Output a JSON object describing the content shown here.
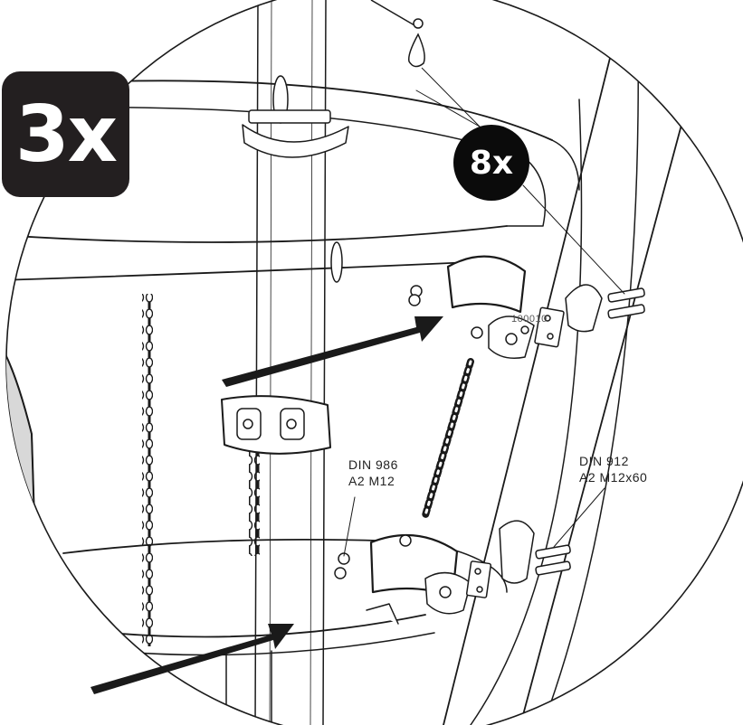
{
  "badges": {
    "set_quantity": "3x",
    "bolt_quantity": "8x"
  },
  "callouts": {
    "nut_standard": "DIN 986",
    "nut_spec": "A2 M12",
    "bolt_standard": "DIN 912",
    "bolt_spec": "A2 M12x60"
  },
  "part_marking": "100010",
  "colors": {
    "ink": "#1a1a1a",
    "badge_fill": "#231f20",
    "background": "#ffffff"
  },
  "icons": [
    "arrow-icon",
    "oil-drop-icon"
  ]
}
